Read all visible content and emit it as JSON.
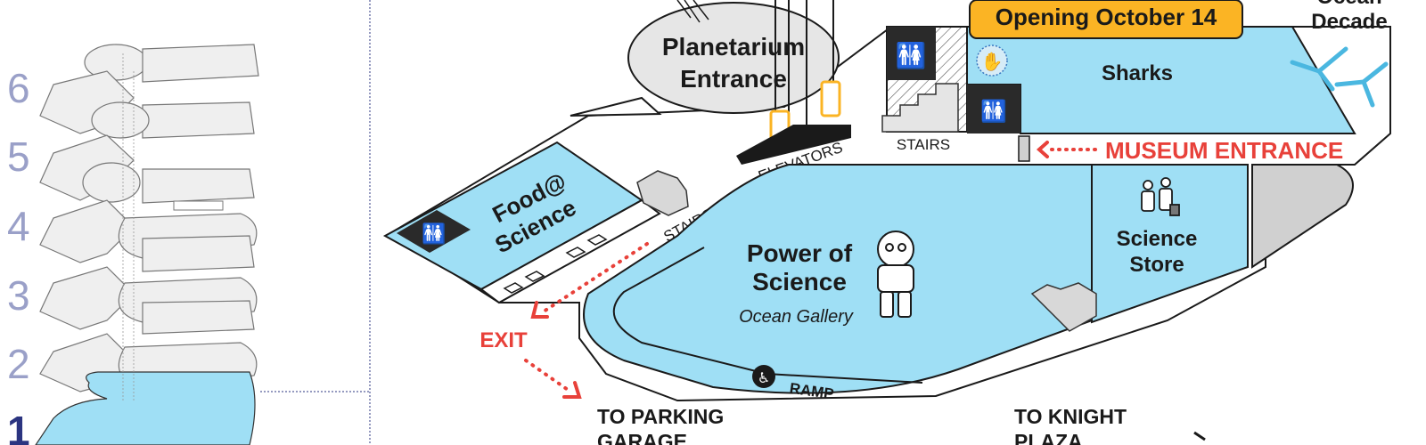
{
  "floor_selector": {
    "floors": [
      "6",
      "5",
      "4",
      "3",
      "2",
      "1"
    ],
    "current_floor": "1"
  },
  "banner": {
    "label": "Opening October 14"
  },
  "top_right_label": {
    "line1": "Ocean",
    "line2": "Decade"
  },
  "rooms": {
    "planetarium": {
      "line1": "Planetarium",
      "line2": "Entrance"
    },
    "sharks": {
      "label": "Sharks"
    },
    "food": {
      "line1": "Food@",
      "line2": "Science"
    },
    "power": {
      "line1": "Power of",
      "line2": "Science",
      "subtitle": "Ocean Gallery"
    },
    "store": {
      "line1": "Science",
      "line2": "Store"
    }
  },
  "labels": {
    "elevators": "ELEVATORS",
    "stairs_top": "STAIRS",
    "stairs_left": "STAIRS",
    "ramp": "RAMP",
    "museum_entrance": "MUSEUM ENTRANCE",
    "exit": "EXIT",
    "to_parking": "TO PARKING",
    "to_parking_2": "GARAGE",
    "to_knight": "TO KNIGHT",
    "to_knight_2": "PLAZA"
  },
  "colors": {
    "room_fill": "#9fdff5",
    "banner": "#fbb424",
    "alert_red": "#e8413a",
    "floor_inactive": "#9aa0c8",
    "floor_active": "#2b3480"
  },
  "icons": [
    "restroom-icon",
    "family-restroom-icon",
    "hand-wash-icon",
    "wheelchair-icon",
    "diver-suit-icon",
    "shoppers-icon",
    "stairs-icon",
    "elevator-icon",
    "trident-icon"
  ]
}
